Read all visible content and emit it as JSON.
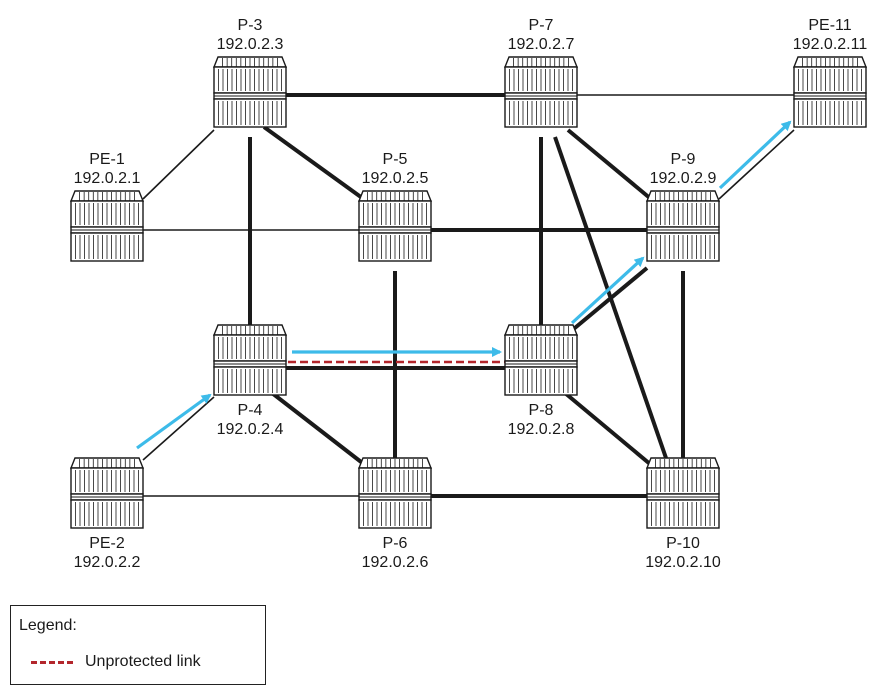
{
  "colors": {
    "link": "#1a1a1a",
    "arrow": "#3dbbe9",
    "unprotected": "#b3262c",
    "router_fill": "#ffffff",
    "router_stroke": "#1a1a1a"
  },
  "routers": [
    {
      "id": "P-3",
      "name": "P-3",
      "ip": "192.0.2.3"
    },
    {
      "id": "P-7",
      "name": "P-7",
      "ip": "192.0.2.7"
    },
    {
      "id": "PE-11",
      "name": "PE-11",
      "ip": "192.0.2.11"
    },
    {
      "id": "PE-1",
      "name": "PE-1",
      "ip": "192.0.2.1"
    },
    {
      "id": "P-5",
      "name": "P-5",
      "ip": "192.0.2.5"
    },
    {
      "id": "P-9",
      "name": "P-9",
      "ip": "192.0.2.9"
    },
    {
      "id": "P-4",
      "name": "P-4",
      "ip": "192.0.2.4"
    },
    {
      "id": "P-8",
      "name": "P-8",
      "ip": "192.0.2.8"
    },
    {
      "id": "PE-2",
      "name": "PE-2",
      "ip": "192.0.2.2"
    },
    {
      "id": "P-6",
      "name": "P-6",
      "ip": "192.0.2.6"
    },
    {
      "id": "P-10",
      "name": "P-10",
      "ip": "192.0.2.10"
    }
  ],
  "links": [
    {
      "from": "P-3",
      "to": "P-7",
      "type": "thick"
    },
    {
      "from": "P-7",
      "to": "PE-11",
      "type": "thin"
    },
    {
      "from": "PE-1",
      "to": "P-3",
      "type": "thin"
    },
    {
      "from": "P-3",
      "to": "P-4",
      "type": "thick"
    },
    {
      "from": "P-3",
      "to": "P-5",
      "type": "thick"
    },
    {
      "from": "PE-1",
      "to": "P-5",
      "type": "thin"
    },
    {
      "from": "P-5",
      "to": "P-9",
      "type": "thick"
    },
    {
      "from": "P-5",
      "to": "P-6",
      "type": "thick"
    },
    {
      "from": "P-7",
      "to": "P-8",
      "type": "thick"
    },
    {
      "from": "P-7",
      "to": "P-9",
      "type": "thick"
    },
    {
      "from": "P-7",
      "to": "P-10",
      "type": "thick"
    },
    {
      "from": "P-9",
      "to": "PE-11",
      "type": "thin"
    },
    {
      "from": "P-9",
      "to": "P-8",
      "type": "thick"
    },
    {
      "from": "P-9",
      "to": "P-10",
      "type": "thick"
    },
    {
      "from": "P-4",
      "to": "P-8",
      "type": "thick"
    },
    {
      "from": "P-4",
      "to": "P-6",
      "type": "thick"
    },
    {
      "from": "P-4",
      "to": "PE-2",
      "type": "thin"
    },
    {
      "from": "P-8",
      "to": "P-10",
      "type": "thick"
    },
    {
      "from": "PE-2",
      "to": "P-6",
      "type": "thin"
    },
    {
      "from": "P-6",
      "to": "P-10",
      "type": "thick"
    }
  ],
  "unprotected_links": [
    {
      "from": "P-4",
      "to": "P-8"
    }
  ],
  "path_arrows": [
    {
      "from": "PE-2",
      "to": "P-4"
    },
    {
      "from": "P-4",
      "to": "P-8"
    },
    {
      "from": "P-8",
      "to": "P-9"
    },
    {
      "from": "P-9",
      "to": "PE-11"
    }
  ],
  "legend": {
    "title": "Legend:",
    "items": [
      {
        "label": "Unprotected link",
        "style": "dashed",
        "color": "#b3262c"
      }
    ]
  }
}
